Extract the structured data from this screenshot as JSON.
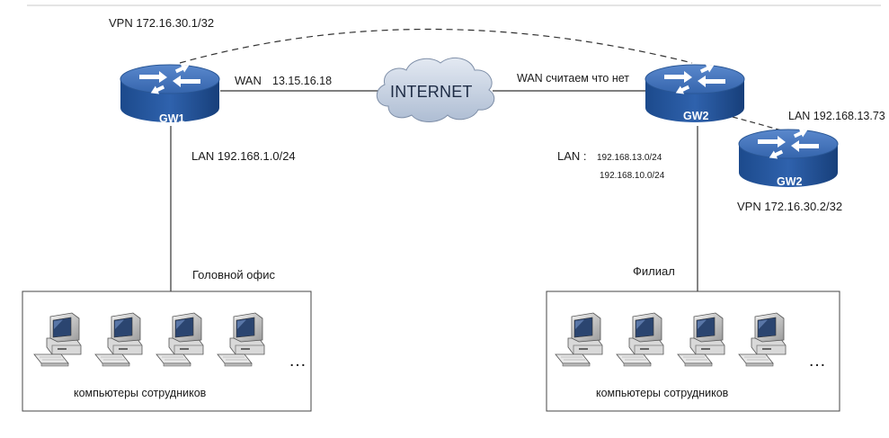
{
  "routers": {
    "gw1": {
      "label": "GW1"
    },
    "gw2_branch": {
      "label": "GW2"
    },
    "gw2_vpn": {
      "label": "GW2"
    }
  },
  "cloud": {
    "label": "INTERNET"
  },
  "labels": {
    "vpn_gw1": "VPN  172.16.30.1/32",
    "wan_gw1_prefix": "WAN",
    "wan_gw1_ip": "13.15.16.18",
    "lan_gw1": "LAN  192.168.1.0/24",
    "wan_gw2": "WAN  считаем что нет",
    "lan_gw2_prefix": "LAN :",
    "lan_gw2_net1": "192.168.13.0/24",
    "lan_gw2_net2": "192.168.10.0/24",
    "lan_vpn_router": "LAN  192.168.13.73",
    "vpn_gw2": "VPN  172.16.30.2/32",
    "head_office": "Головной офис",
    "branch": "Филиал"
  },
  "offices": {
    "head": {
      "caption": "компьютеры сотрудников",
      "ellipsis": "…",
      "computers": 4
    },
    "branch": {
      "caption": "компьютеры сотрудников",
      "ellipsis": "…",
      "computers": 4
    }
  },
  "colors": {
    "router_top": "#3f6fb8",
    "router_side": "#1f4f93",
    "cloud_fill": "#c7d2e3",
    "line": "#3a3a3a"
  },
  "icons": {
    "router": "router-icon",
    "cloud": "cloud-icon",
    "computer": "desktop-computer-icon"
  }
}
